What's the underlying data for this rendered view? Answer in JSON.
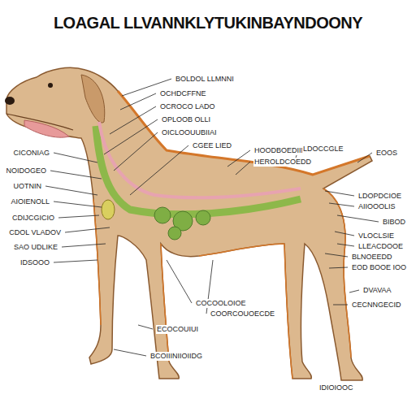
{
  "diagram": {
    "title": "LOAGAL LLVANNKLYTUKINBAYNDOONY",
    "labels": [
      "BOLDOL LLMNNI",
      "OCHDCFFNE",
      "OCROCO LADO",
      "OPLOOB OLLI",
      "OICLOOUUBIIAI",
      "CGEE LIED",
      "CICONIAG",
      "NOIDOGEO",
      "UOTNIN",
      "AIOIENOLL",
      "CDIJCGICIO",
      "CDOL VLADOV",
      "SAO UDLIKE",
      "IDSOOO",
      "HOODBOEDIID",
      "HEROLDCOEDD",
      "LDOCCGLE",
      "EOOS",
      "LDOPDCIOE",
      "AIIOOOLIS",
      "BIBOD",
      "VLOCLSIE",
      "LLEACDOOE",
      "BLNOEEDD",
      "EOD BOOE IOO",
      "DVAVAA",
      "CECNNGECID",
      "IDIOIOOC",
      "COCOOLOIOE",
      "COORCOUOECDE",
      "ECOCOUIUI",
      "BCOIIINIIOIIDG"
    ]
  }
}
